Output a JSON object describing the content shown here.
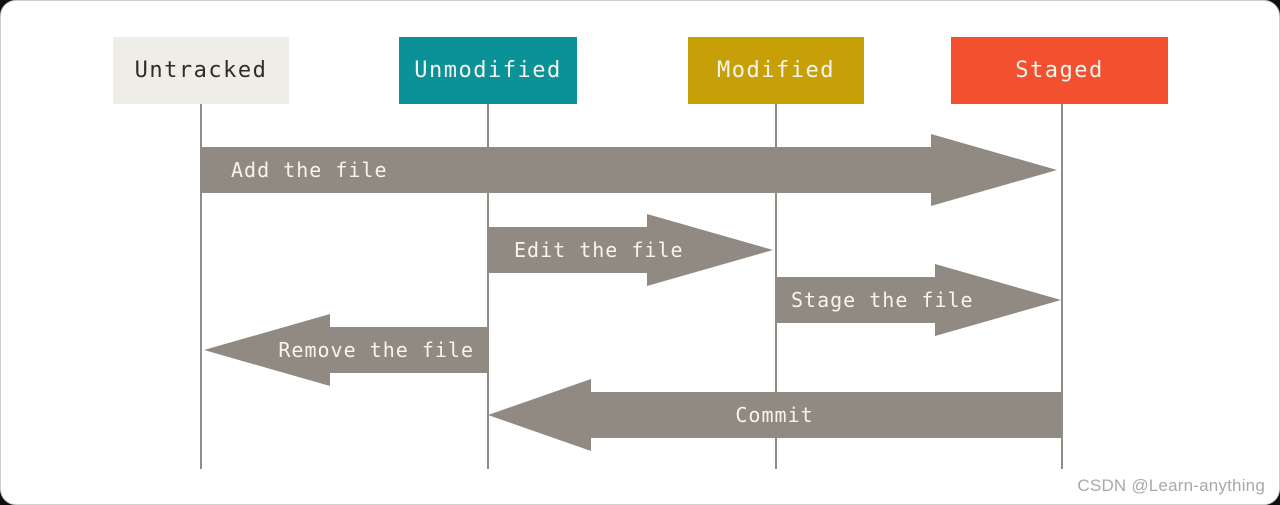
{
  "diagram": {
    "type": "state-flow",
    "states": [
      {
        "id": "untracked",
        "label": "Untracked",
        "bg_color": "#efeee6",
        "text_color": "#2f2c29"
      },
      {
        "id": "unmodified",
        "label": "Unmodified",
        "bg_color": "#0a9298",
        "text_color": "#f5f4ef"
      },
      {
        "id": "modified",
        "label": "Modified",
        "bg_color": "#c7a008",
        "text_color": "#f5f4ef"
      },
      {
        "id": "staged",
        "label": "Staged",
        "bg_color": "#f2502e",
        "text_color": "#f5f4ef"
      }
    ],
    "transitions": [
      {
        "label": "Add the file",
        "from": "untracked",
        "to": "staged",
        "direction": "right"
      },
      {
        "label": "Edit the file",
        "from": "unmodified",
        "to": "modified",
        "direction": "right"
      },
      {
        "label": "Stage the file",
        "from": "modified",
        "to": "staged",
        "direction": "right"
      },
      {
        "label": "Remove the file",
        "from": "unmodified",
        "to": "untracked",
        "direction": "left"
      },
      {
        "label": "Commit",
        "from": "staged",
        "to": "unmodified",
        "direction": "left"
      }
    ],
    "arrow_color": "#918a83",
    "lifeline_color": "#908c86"
  },
  "watermark": {
    "text": "CSDN @Learn-anything",
    "color": "#a9a9a9"
  }
}
